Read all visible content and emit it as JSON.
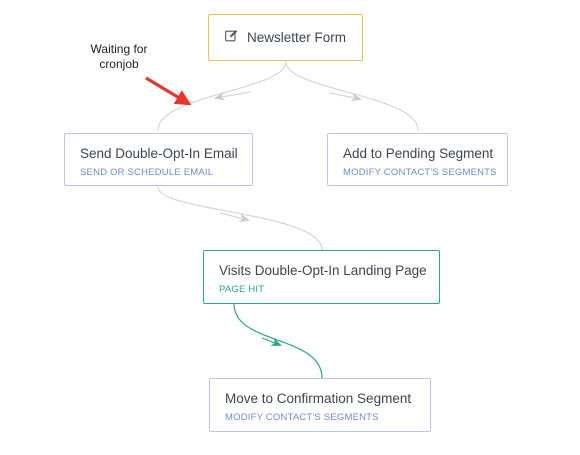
{
  "nodes": {
    "newsletter_form": {
      "title": "Newsletter Form",
      "icon": "edit-icon"
    },
    "send_email": {
      "title": "Send Double-Opt-In Email",
      "subtitle": "SEND OR SCHEDULE EMAIL"
    },
    "pending_segment": {
      "title": "Add to Pending Segment",
      "subtitle": "MODIFY CONTACT'S SEGMENTS"
    },
    "landing_page": {
      "title": "Visits Double-Opt-In Landing Page",
      "subtitle": "PAGE HIT"
    },
    "confirmation_segment": {
      "title": "Move to Confirmation Segment",
      "subtitle": "MODIFY CONTACT'S SEGMENTS"
    }
  },
  "annotation": {
    "text_line1": "Waiting for",
    "text_line2": "cronjob",
    "arrow_color": "#e8352d"
  },
  "colors": {
    "trigger_border": "#f0c44a",
    "action_border": "#b9c8e2",
    "action_subtitle": "#6f8cd0",
    "decision_border": "#27a98a",
    "connector": "#d4d7dc",
    "decision_connector": "#27a98a"
  }
}
